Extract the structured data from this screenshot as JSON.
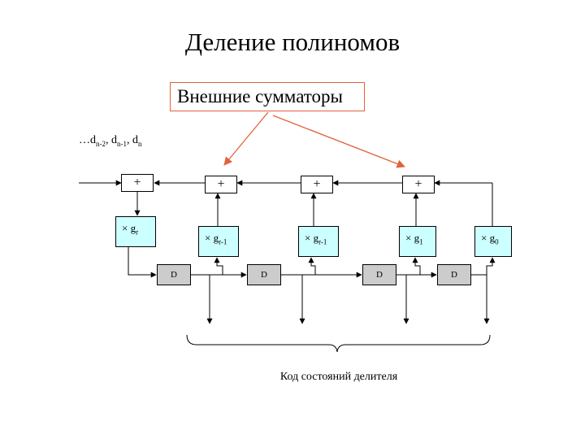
{
  "title": "Деление полиномов",
  "callout": {
    "label": "Внешние сумматоры",
    "color": "#e2623a"
  },
  "input_sequence": {
    "lead": "…d",
    "sub1": "n-2",
    "sep1": ", d",
    "sub2": "n-1",
    "sep2": ", d",
    "sub3": "n"
  },
  "adders": [
    "+",
    "+",
    "+",
    "+"
  ],
  "multipliers": [
    {
      "base": "× g",
      "sub": "r"
    },
    {
      "base": "× g",
      "sub": "r-1"
    },
    {
      "base": "× g",
      "sub": "r-1"
    },
    {
      "base": "× g",
      "sub": "1"
    },
    {
      "base": "× g",
      "sub": "0"
    }
  ],
  "delays": [
    "D",
    "D",
    "D",
    "D"
  ],
  "caption": "Код состояний делителя",
  "colors": {
    "multiplier_fill": "#ccffff",
    "delay_fill": "#cccccc"
  }
}
